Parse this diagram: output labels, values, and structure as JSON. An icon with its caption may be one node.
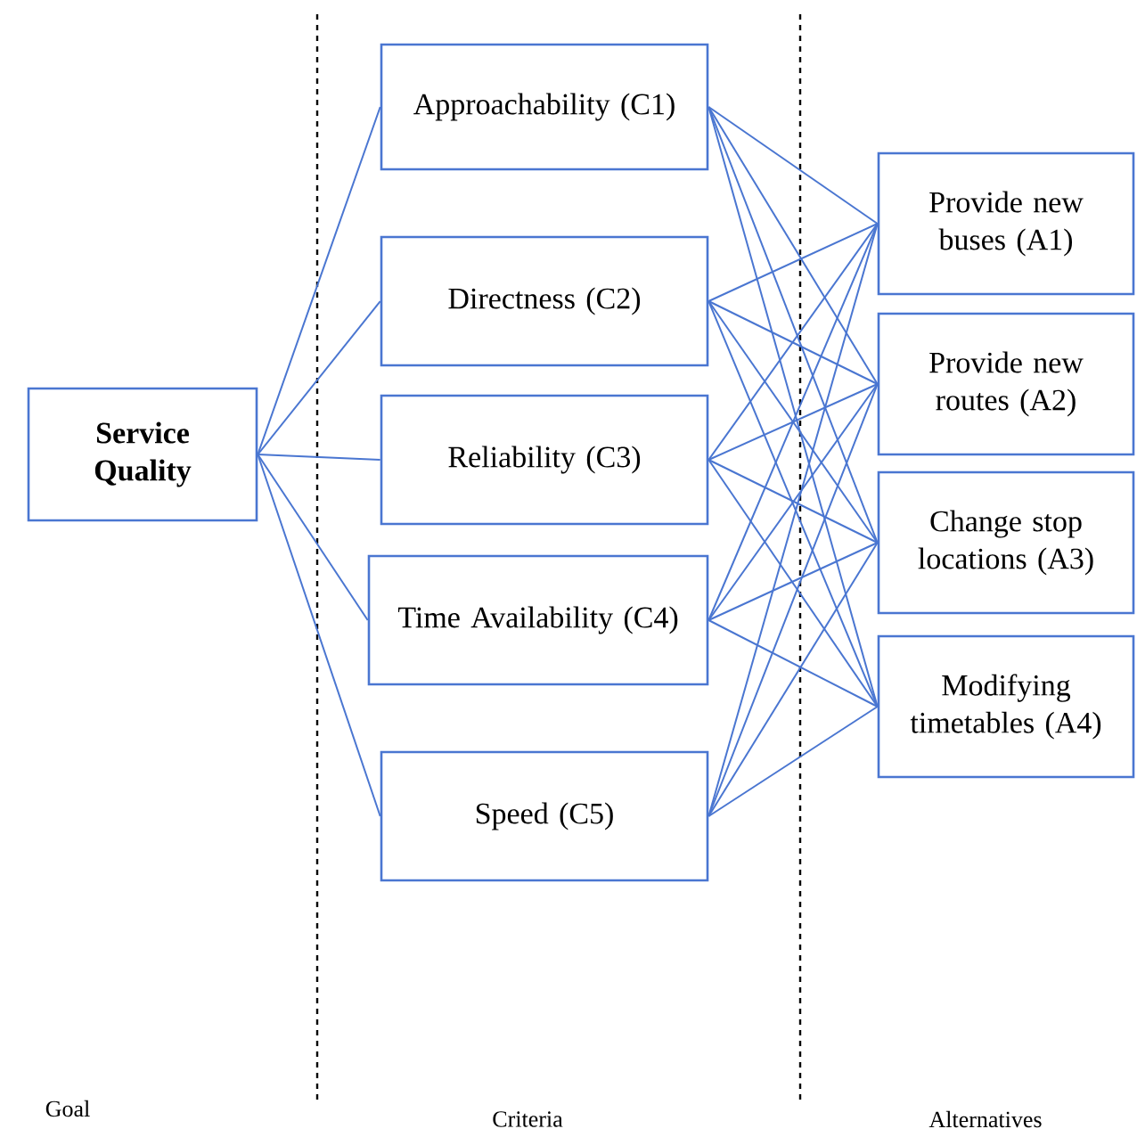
{
  "diagram": {
    "nodes": [
      {
        "text": [
          "Service Quality"
        ]
      },
      {
        "text": [
          "Approachability (C1)"
        ]
      },
      {
        "text": [
          "Directness (C2)"
        ]
      },
      {
        "text": [
          "Reliability (C3)"
        ]
      },
      {
        "text": [
          "Time Availability (C4)"
        ]
      },
      {
        "text": [
          "Speed (C5)"
        ]
      },
      {
        "text": [
          "Provide new buses (A1)"
        ]
      },
      {
        "text": [
          "Provide new routes (A2)"
        ]
      },
      {
        "text": [
          "Change stop locations (A3)"
        ]
      },
      {
        "text": [
          "Modifying timetables (A4)"
        ]
      }
    ],
    "edges": [
      {
        "from": 0,
        "to": 1,
        "arrow": "none"
      },
      {
        "from": 0,
        "to": 2,
        "arrow": "none"
      },
      {
        "from": 0,
        "to": 3,
        "arrow": "none"
      },
      {
        "from": 0,
        "to": 4,
        "arrow": "none"
      },
      {
        "from": 0,
        "to": 5,
        "arrow": "none"
      },
      {
        "from": 1,
        "to": 6,
        "arrow": "none"
      },
      {
        "from": 1,
        "to": 7,
        "arrow": "none"
      },
      {
        "from": 1,
        "to": 8,
        "arrow": "none"
      },
      {
        "from": 1,
        "to": 9,
        "arrow": "none"
      },
      {
        "from": 2,
        "to": 6,
        "arrow": "none"
      },
      {
        "from": 2,
        "to": 7,
        "arrow": "none"
      },
      {
        "from": 2,
        "to": 8,
        "arrow": "none"
      },
      {
        "from": 2,
        "to": 9,
        "arrow": "none"
      },
      {
        "from": 3,
        "to": 6,
        "arrow": "none"
      },
      {
        "from": 3,
        "to": 7,
        "arrow": "none"
      },
      {
        "from": 3,
        "to": 8,
        "arrow": "none"
      },
      {
        "from": 3,
        "to": 9,
        "arrow": "none"
      },
      {
        "from": 4,
        "to": 6,
        "arrow": "none"
      },
      {
        "from": 4,
        "to": 7,
        "arrow": "none"
      },
      {
        "from": 4,
        "to": 8,
        "arrow": "none"
      },
      {
        "from": 4,
        "to": 9,
        "arrow": "none"
      },
      {
        "from": 5,
        "to": 6,
        "arrow": "none"
      },
      {
        "from": 5,
        "to": 7,
        "arrow": "none"
      },
      {
        "from": 5,
        "to": 8,
        "arrow": "none"
      },
      {
        "from": 5,
        "to": 9,
        "arrow": "none"
      }
    ],
    "labels": [
      "Goal",
      "Criteria",
      "Alternatives"
    ]
  }
}
